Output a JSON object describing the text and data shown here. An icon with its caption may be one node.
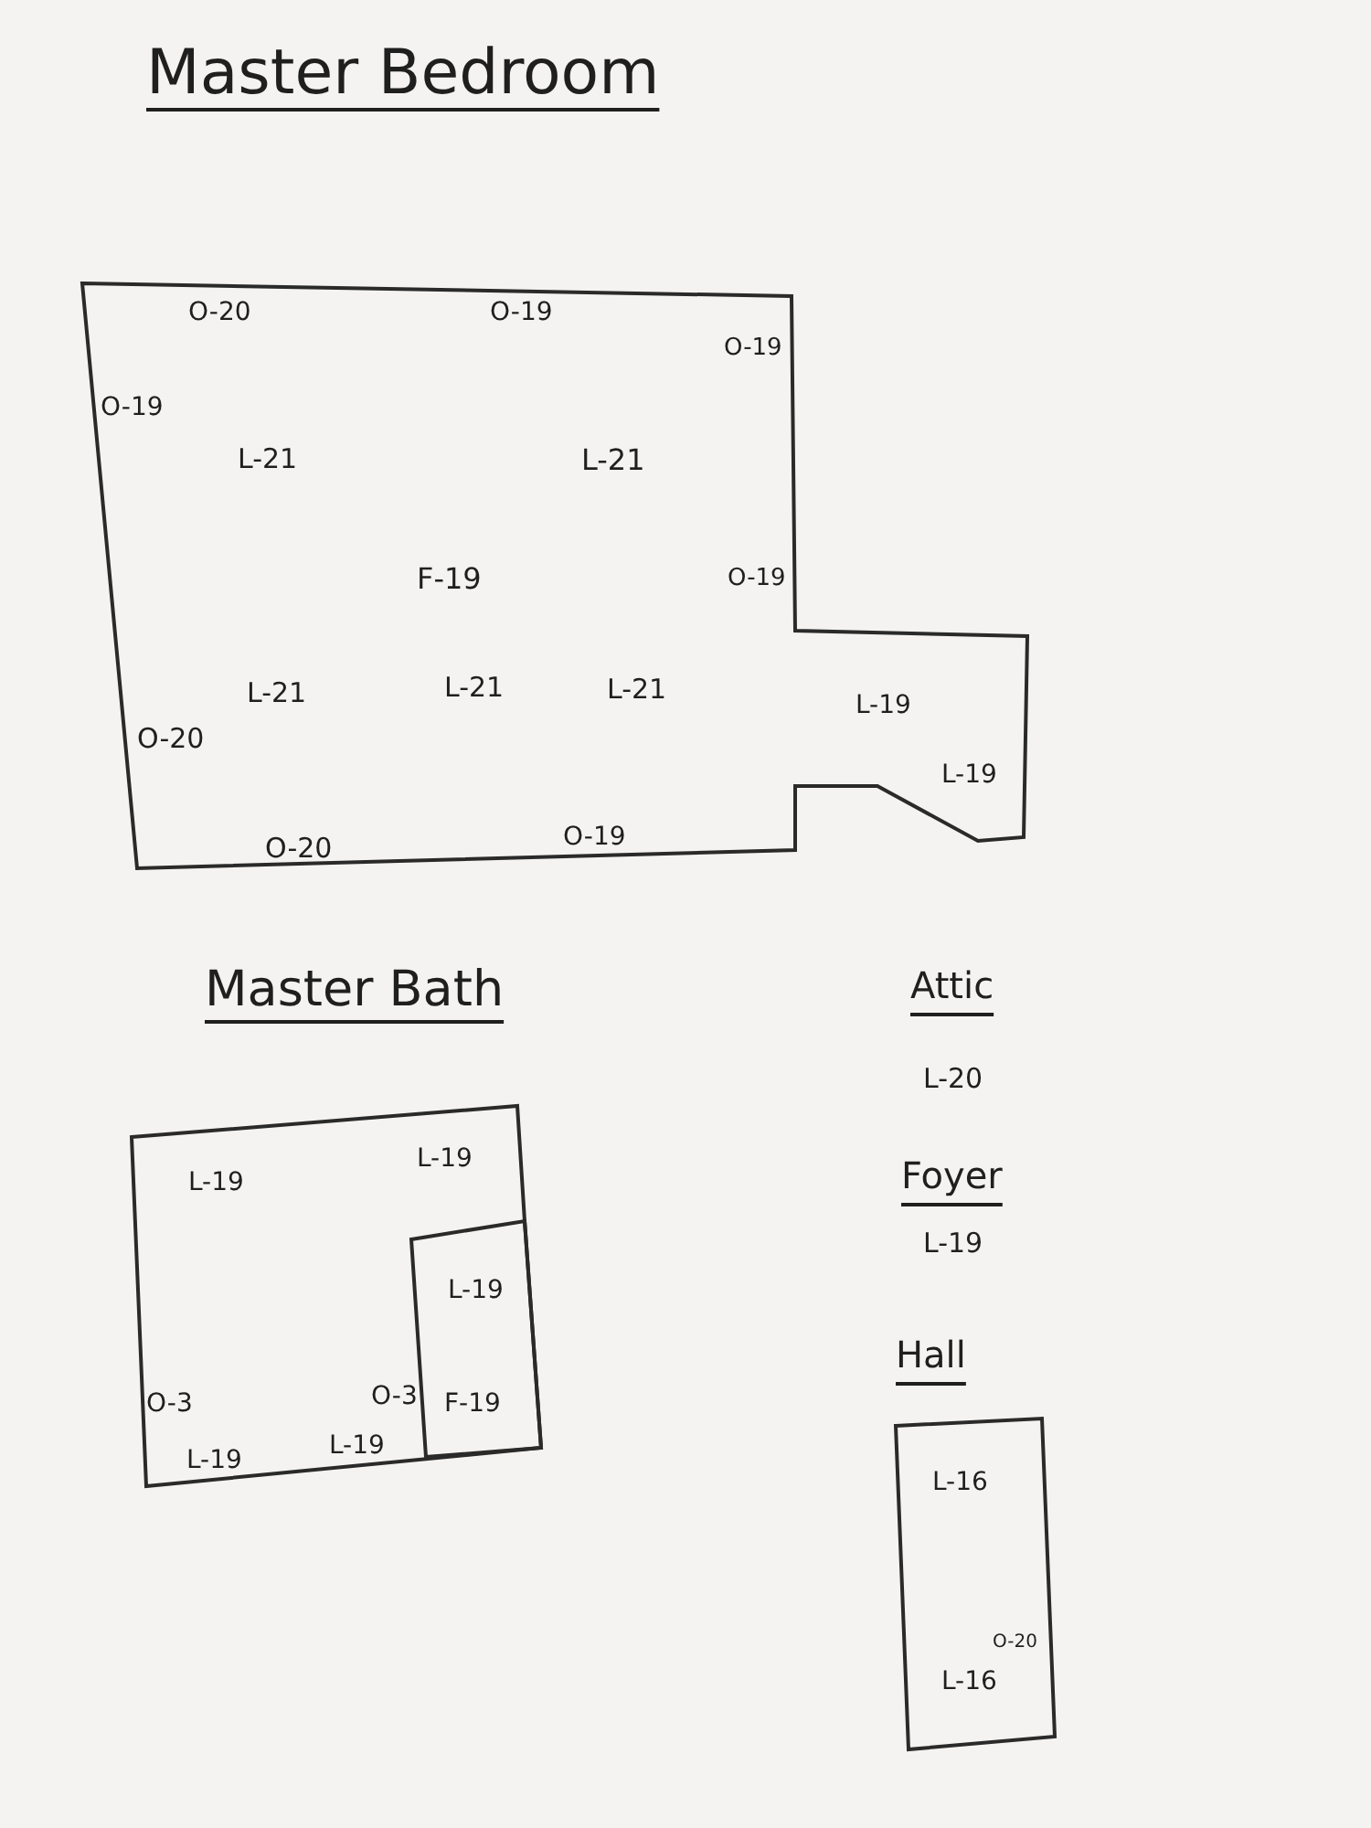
{
  "diagram": {
    "nodes": [
      {
        "text": [
          "Master Bedroom",
          "O-20",
          "O-19",
          "O-19",
          "O-19",
          "L-21",
          "L-21",
          "F-19",
          "O-19",
          "L-21",
          "L-21",
          "L-21",
          "L-19",
          "O-20",
          "L-19",
          "O-19",
          "O-20"
        ]
      },
      {
        "text": [
          "Master Bath",
          "L-19",
          "L-19",
          "O-3",
          "O-3",
          "L-19",
          "L-19"
        ]
      },
      {
        "text": [
          "L-19",
          "F-19"
        ],
        "in": 1
      },
      {
        "text": [
          "Hall",
          "L-16",
          "L-16",
          "O-20"
        ]
      }
    ],
    "labels": [
      "Attic",
      "L-20",
      "Foyer",
      "L-19"
    ]
  }
}
